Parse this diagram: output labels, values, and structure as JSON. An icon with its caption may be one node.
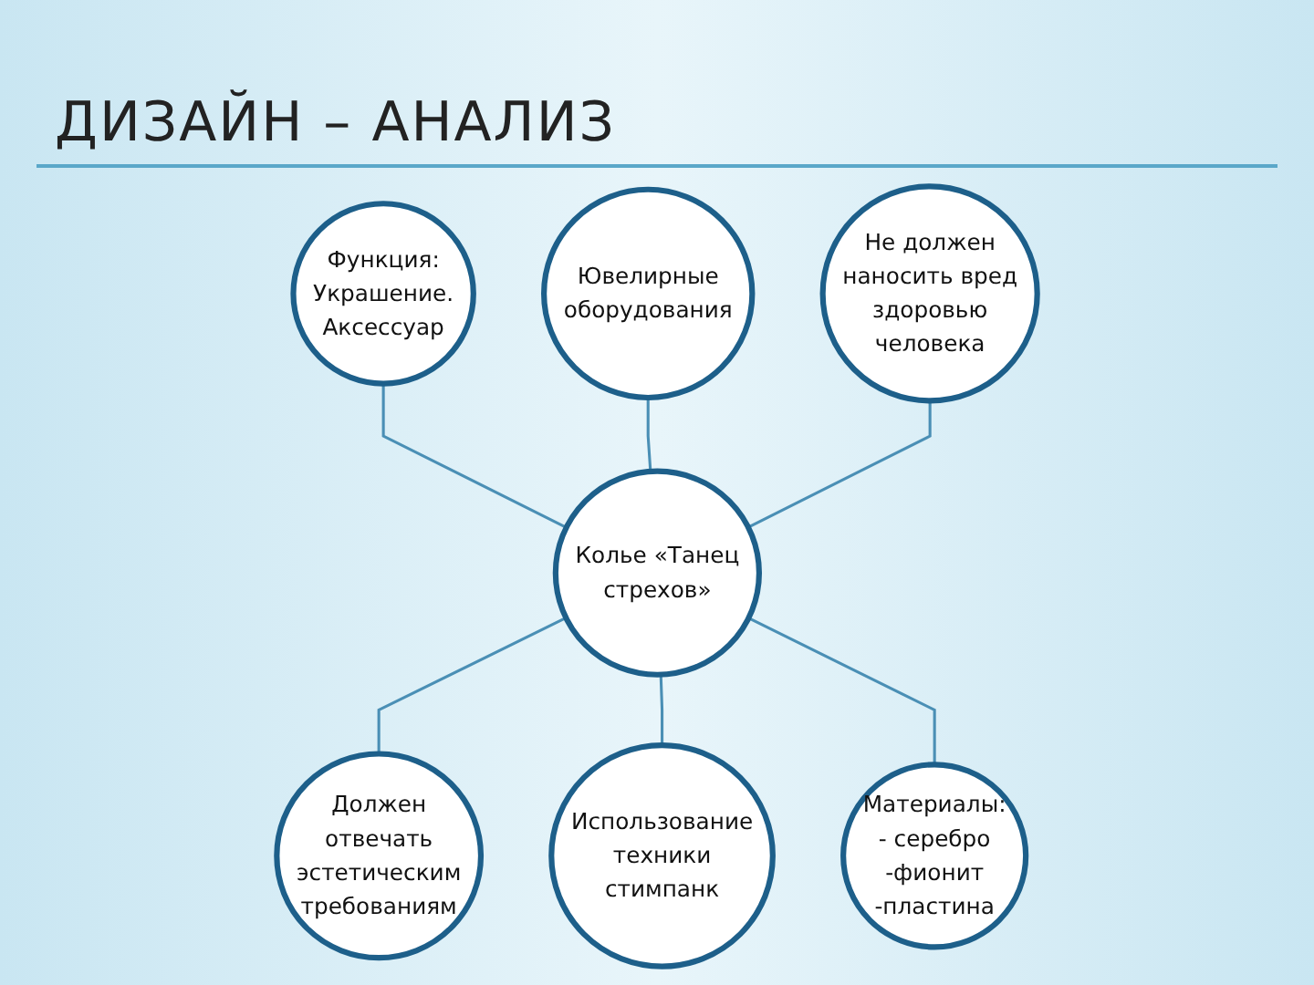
{
  "diagram": {
    "title": "ДИЗАЙН – АНАЛИЗ",
    "nodes": [
      {
        "text": [
          "Функция: Украшение. Аксессуар"
        ]
      },
      {
        "text": [
          "Ювелирные оборудования"
        ]
      },
      {
        "text": [
          "Не должен наносить вред здоровью человека"
        ]
      },
      {
        "text": [
          "Колье «Танец стрехов»"
        ]
      },
      {
        "text": [
          "Должен отвечать эстетическим требованиям"
        ]
      },
      {
        "text": [
          "Использование техники стимпанк"
        ]
      },
      {
        "text": [
          "Материалы:",
          "- серебро",
          "-фионит",
          "-пластина"
        ]
      }
    ],
    "edges": [
      {
        "from": 0,
        "to": 3,
        "arrow": "none"
      },
      {
        "from": 1,
        "to": 3,
        "arrow": "none"
      },
      {
        "from": 2,
        "to": 3,
        "arrow": "none"
      },
      {
        "from": 3,
        "to": 4,
        "arrow": "none"
      },
      {
        "from": 3,
        "to": 5,
        "arrow": "none"
      },
      {
        "from": 3,
        "to": 6,
        "arrow": "none"
      }
    ]
  }
}
